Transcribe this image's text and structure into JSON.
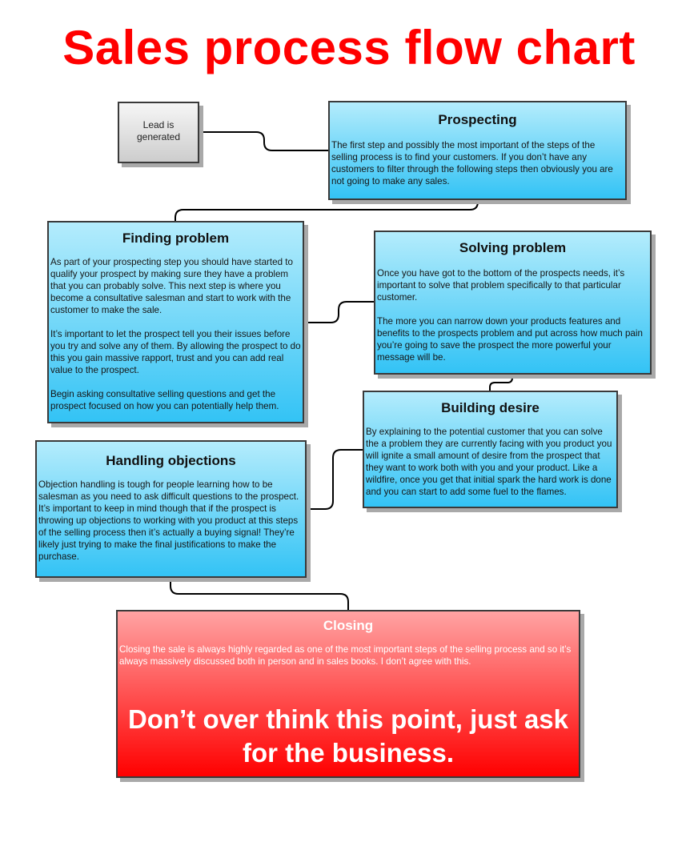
{
  "title": "Sales process flow chart",
  "lead": {
    "text": "Lead is generated"
  },
  "prospecting": {
    "heading": "Prospecting",
    "body": "The first step and possibly the most important of the steps of the selling process is to find your customers. If you don’t have any customers to filter through the following steps then obviously you are not going to make any sales."
  },
  "finding_problem": {
    "heading": "Finding problem",
    "paragraphs": [
      "As part of your prospecting step you should have started to qualify your prospect by making sure they have a problem that you can probably solve. This next step is where you become a consultative salesman and start to work with the customer to make the sale.",
      "It’s important to let the prospect tell you their issues before you try and solve any of them. By allowing the prospect to do this you gain massive rapport, trust and you can add real value to the prospect.",
      "Begin asking consultative selling questions and get the prospect focused on how you can potentially help them."
    ]
  },
  "solving_problem": {
    "heading": "Solving problem",
    "paragraphs": [
      "Once you have got to the bottom of the prospects needs, it’s important to solve that problem specifically to that particular customer.",
      "The more you can narrow down your products features and benefits to the prospects problem and put across how much pain you’re going to save the prospect the more powerful your message will be."
    ]
  },
  "building_desire": {
    "heading": "Building desire",
    "body": "By explaining to the potential customer that you can solve the a problem they are currently facing with you product you will ignite a small amount of desire from the prospect that they want to work both with you and your product. Like a wildfire, once you get that initial spark the hard work is done and you can start to add some fuel to the flames."
  },
  "handling_objections": {
    "heading": "Handling objections",
    "body": "Objection handling is tough for people learning how to be salesman as you need to ask difficult questions to the prospect. It’s important to keep in mind though that if the prospect is throwing up objections to working with you product at this steps of the selling process then it’s actually a buying signal! They’re likely just trying to make the final justifications to make the purchase."
  },
  "closing": {
    "heading": "Closing",
    "body": "Closing the sale is always highly regarded as one of the most important steps of the selling process and so it’s always massively discussed both in person and in sales books. I don’t agree with this.",
    "emphasis": "Don’t over think this point, just ask for the business."
  },
  "colors": {
    "title": "#ff0000",
    "step_box_top": "#b4ecfc",
    "step_box_bottom": "#33c3f5",
    "closing_top": "#ffa3a3",
    "closing_bottom": "#ff0000",
    "lead_box_top": "#f6f6f6",
    "lead_box_bottom": "#cdcdcd",
    "connector": "#000000"
  }
}
